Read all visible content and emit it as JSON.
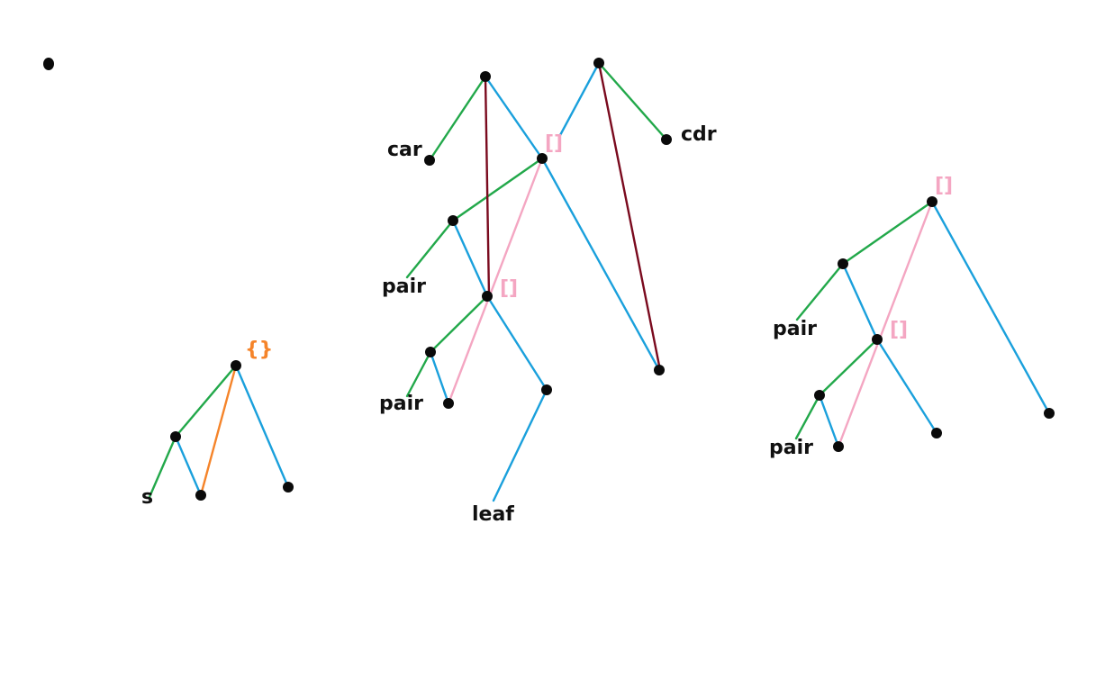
{
  "colors": {
    "green": "#22a84a",
    "blue": "#1aa0dc",
    "pink": "#f4a6c2",
    "maroon": "#7a0a1e",
    "orange": "#f5842a",
    "node": "#0a0a0a",
    "label": "#111111"
  },
  "labels": {
    "s": "s",
    "car": "car",
    "cdr": "cdr",
    "pair_1": "pair",
    "pair_2": "pair",
    "leaf": "leaf",
    "pair_3": "pair",
    "pair_4": "pair"
  },
  "brackets": {
    "orange_braces": "{}",
    "pink_1": "[]",
    "pink_2": "[]",
    "pink_3": "[]",
    "pink_4": "[]"
  }
}
